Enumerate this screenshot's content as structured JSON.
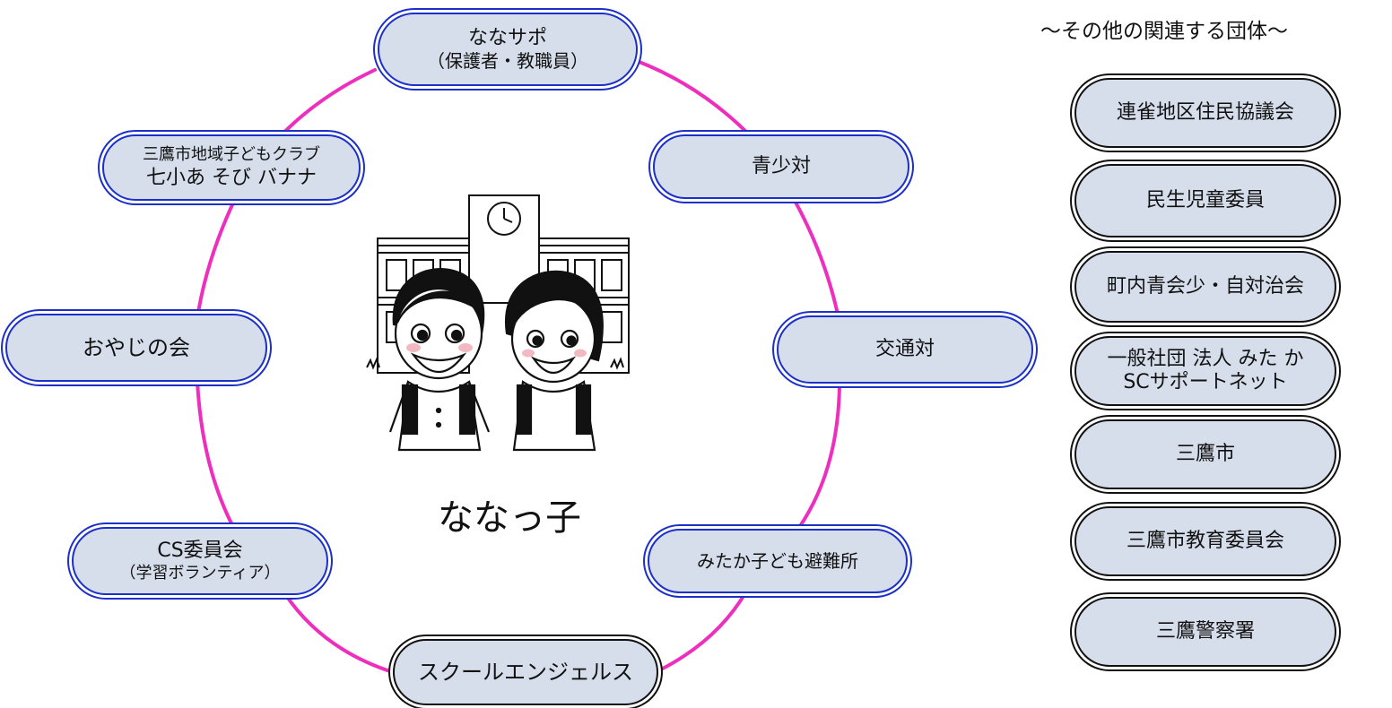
{
  "ring": {
    "nanasapo": {
      "line1": "ななサポ",
      "line2": "（保護者・教職員）"
    },
    "club": {
      "line1": "三鷹市地域子どもクラブ",
      "line2": "七小あ そび バナナ"
    },
    "seishotai": {
      "label": "青少対"
    },
    "oyaji": {
      "label": "おやじの会"
    },
    "kotsutai": {
      "label": "交通対"
    },
    "cs": {
      "line1": "CS委員会",
      "line2": "（学習ボランティア）"
    },
    "hinanjo": {
      "label": "みたか子ども避難所"
    },
    "angels": {
      "label": "スクールエンジェルス"
    }
  },
  "center": {
    "label": "ななっ子"
  },
  "side": {
    "header": "～その他の関連する団体～",
    "items": [
      {
        "label": "連雀地区住民協議会"
      },
      {
        "label": "民生児童委員"
      },
      {
        "label": "町内青会少・自対治会"
      },
      {
        "line1": "一般社団 法人 みた か",
        "line2": "SCサポートネット"
      },
      {
        "label": "三鷹市"
      },
      {
        "label": "三鷹市教育委員会"
      },
      {
        "label": "三鷹警察署"
      }
    ]
  },
  "colors": {
    "ring_line": "#ee2fbe",
    "pill_fill": "#d6deeb",
    "ring_border": "#1c2fc9",
    "side_border": "#111111"
  }
}
